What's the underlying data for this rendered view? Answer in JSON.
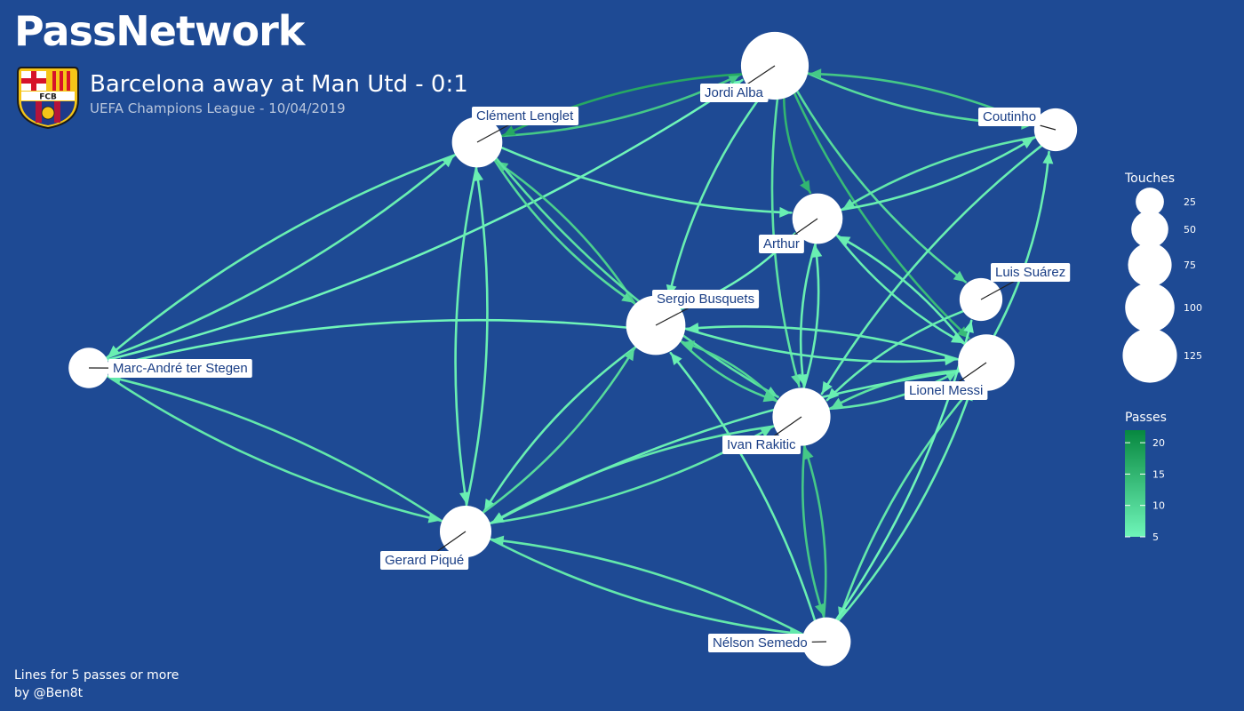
{
  "header": {
    "brand": "PassNetwork",
    "title": "Barcelona away at Man Utd - 0:1",
    "subtitle": "UEFA Champions League - 10/04/2019",
    "crest_text": "FCB"
  },
  "footer": {
    "note": "Lines for 5 passes or more",
    "credit": "by @Ben8t"
  },
  "colors": {
    "background": "#1e4a94",
    "node": "#ffffff",
    "label_text": "#1b3f86",
    "edge_low": "#6ff5b9",
    "edge_high": "#07883f"
  },
  "legend": {
    "touches_title": "Touches",
    "touches": [
      25,
      50,
      75,
      100,
      125
    ],
    "passes_title": "Passes",
    "passes_ticks": [
      5,
      10,
      15,
      20
    ],
    "passes_range": [
      5,
      22
    ]
  },
  "chart_data": {
    "type": "network",
    "nodes": [
      {
        "id": "gk",
        "name": "Marc-André ter Stegen",
        "touches": 40
      },
      {
        "id": "lenglet",
        "name": "Clément Lenglet",
        "touches": 62
      },
      {
        "id": "pique",
        "name": "Gerard Piqué",
        "touches": 65
      },
      {
        "id": "alba",
        "name": "Jordi Alba",
        "touches": 112
      },
      {
        "id": "busquets",
        "name": "Sergio Busquets",
        "touches": 86
      },
      {
        "id": "arthur",
        "name": "Arthur",
        "touches": 62
      },
      {
        "id": "rakitic",
        "name": "Ivan Rakitic",
        "touches": 82
      },
      {
        "id": "messi",
        "name": "Lionel Messi",
        "touches": 78
      },
      {
        "id": "suarez",
        "name": "Luis Suárez",
        "touches": 45
      },
      {
        "id": "coutinho",
        "name": "Coutinho",
        "touches": 45
      },
      {
        "id": "semedo",
        "name": "Nélson Semedo",
        "touches": 58
      }
    ],
    "edges": [
      [
        "gk",
        "lenglet",
        6
      ],
      [
        "lenglet",
        "gk",
        6
      ],
      [
        "gk",
        "pique",
        7
      ],
      [
        "pique",
        "gk",
        7
      ],
      [
        "gk",
        "alba",
        5
      ],
      [
        "busquets",
        "gk",
        5
      ],
      [
        "lenglet",
        "alba",
        12
      ],
      [
        "alba",
        "lenglet",
        17
      ],
      [
        "lenglet",
        "pique",
        6
      ],
      [
        "pique",
        "lenglet",
        6
      ],
      [
        "lenglet",
        "busquets",
        9
      ],
      [
        "busquets",
        "lenglet",
        11
      ],
      [
        "lenglet",
        "arthur",
        6
      ],
      [
        "lenglet",
        "rakitic",
        8
      ],
      [
        "alba",
        "coutinho",
        9
      ],
      [
        "coutinho",
        "alba",
        12
      ],
      [
        "alba",
        "arthur",
        15
      ],
      [
        "alba",
        "busquets",
        6
      ],
      [
        "alba",
        "messi",
        14
      ],
      [
        "alba",
        "rakitic",
        8
      ],
      [
        "alba",
        "suarez",
        9
      ],
      [
        "coutinho",
        "arthur",
        7
      ],
      [
        "arthur",
        "coutinho",
        6
      ],
      [
        "coutinho",
        "rakitic",
        6
      ],
      [
        "messi",
        "coutinho",
        6
      ],
      [
        "busquets",
        "arthur",
        5
      ],
      [
        "busquets",
        "rakitic",
        10
      ],
      [
        "rakitic",
        "busquets",
        10
      ],
      [
        "busquets",
        "messi",
        6
      ],
      [
        "messi",
        "busquets",
        6
      ],
      [
        "busquets",
        "pique",
        6
      ],
      [
        "pique",
        "busquets",
        9
      ],
      [
        "semedo",
        "busquets",
        6
      ],
      [
        "arthur",
        "rakitic",
        6
      ],
      [
        "rakitic",
        "arthur",
        6
      ],
      [
        "arthur",
        "messi",
        6
      ],
      [
        "messi",
        "arthur",
        6
      ],
      [
        "suarez",
        "rakitic",
        6
      ],
      [
        "rakitic",
        "messi",
        7
      ],
      [
        "messi",
        "rakitic",
        8
      ],
      [
        "rakitic",
        "pique",
        7
      ],
      [
        "pique",
        "rakitic",
        7
      ],
      [
        "rakitic",
        "semedo",
        12
      ],
      [
        "semedo",
        "rakitic",
        12
      ],
      [
        "messi",
        "pique",
        6
      ],
      [
        "pique",
        "semedo",
        7
      ],
      [
        "semedo",
        "pique",
        7
      ],
      [
        "messi",
        "semedo",
        7
      ],
      [
        "semedo",
        "messi",
        6
      ],
      [
        "semedo",
        "suarez",
        5
      ]
    ]
  }
}
